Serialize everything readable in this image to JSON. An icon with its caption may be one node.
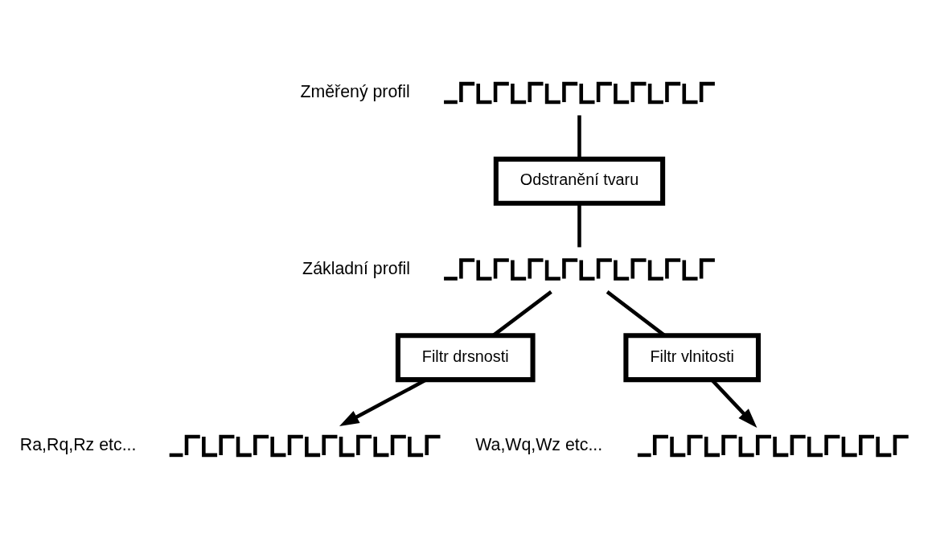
{
  "diagram": {
    "nodes": [
      {
        "text": [],
        "shape": "picture",
        "beside": [
          "Změřený profil"
        ]
      },
      {
        "text": [
          "Odstranění tvaru"
        ]
      },
      {
        "text": [],
        "shape": "picture",
        "beside": [
          "Základní profil"
        ]
      },
      {
        "text": [
          "Filtr drsnosti"
        ]
      },
      {
        "text": [
          "Filtr vlnitosti"
        ]
      },
      {
        "text": [],
        "shape": "picture",
        "beside": [
          "Ra,Rq,Rz etc..."
        ]
      },
      {
        "text": [],
        "shape": "picture",
        "beside": [
          "Wa,Wq,Wz etc..."
        ]
      }
    ],
    "edges": [
      {
        "from": 0,
        "to": 1,
        "arrow": "none"
      },
      {
        "from": 1,
        "to": 2,
        "arrow": "none"
      },
      {
        "from": 2,
        "to": 3,
        "arrow": "none"
      },
      {
        "from": 2,
        "to": 4,
        "arrow": "none"
      },
      {
        "from": 3,
        "to": 5,
        "arrow": "to"
      },
      {
        "from": 4,
        "to": 6,
        "arrow": "to"
      }
    ]
  }
}
